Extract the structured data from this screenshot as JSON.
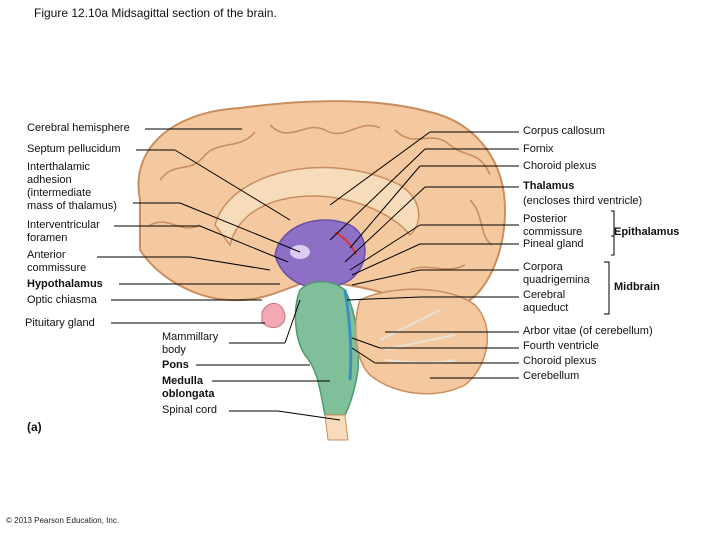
{
  "title": "Figure 12.10a Midsagittal section of the brain.",
  "panel_label": "(a)",
  "copyright": "© 2013 Pearson Education, Inc.",
  "labels_left": {
    "cerebral_hemisphere": "Cerebral hemisphere",
    "septum_pellucidum": "Septum pellucidum",
    "interthalamic": [
      "Interthalamic",
      "adhesion",
      "(intermediate",
      "mass of thalamus)"
    ],
    "interventricular": [
      "Interventricular",
      "foramen"
    ],
    "anterior_commissure": [
      "Anterior",
      "commissure"
    ],
    "hypothalamus": "Hypothalamus",
    "optic_chiasma": "Optic chiasma",
    "pituitary_gland": "Pituitary gland"
  },
  "labels_bottom": {
    "mammillary_body": [
      "Mammillary",
      "body"
    ],
    "pons": "Pons",
    "medulla": [
      "Medulla",
      "oblongata"
    ],
    "spinal_cord": "Spinal cord"
  },
  "labels_right": {
    "corpus_callosum": "Corpus callosum",
    "fornix": "Fornix",
    "choroid_plexus_top": "Choroid plexus",
    "thalamus": "Thalamus",
    "thalamus_note": "(encloses third ventricle)",
    "posterior_commissure": [
      "Posterior",
      "commissure"
    ],
    "pineal_gland": "Pineal gland",
    "epithalamus": "Epithalamus",
    "corpora_quadrigemina": [
      "Corpora",
      "quadrigemina"
    ],
    "cerebral_aqueduct": [
      "Cerebral",
      "aqueduct"
    ],
    "midbrain": "Midbrain",
    "arbor_vitae": "Arbor vitae (of cerebellum)",
    "fourth_ventricle": "Fourth ventricle",
    "choroid_plexus_bottom": "Choroid plexus",
    "cerebellum": "Cerebellum"
  },
  "colors": {
    "cortex": "#f4c9a0",
    "gyri_line": "#c98e5f",
    "thalamus": "#8d6fc6",
    "brainstem": "#7fbf9a",
    "ventricle": "#3a8fc0",
    "pituitary": "#f2a9b4",
    "leader": "#000000"
  }
}
